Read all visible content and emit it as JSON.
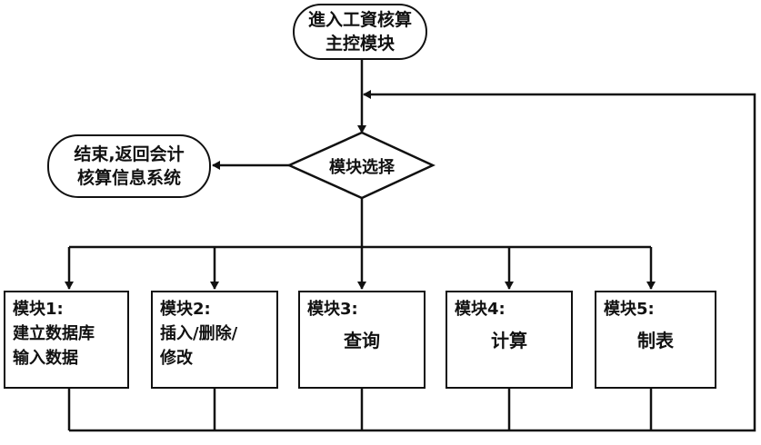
{
  "start": {
    "line1": "進入工資核算",
    "line2": "主控模块"
  },
  "end": {
    "line1": "结束,返回会计",
    "line2": "核算信息系统"
  },
  "decision": {
    "label": "模块选择"
  },
  "modules": [
    {
      "title": "模块1:",
      "lines": [
        "建立数据库",
        "输入数据"
      ]
    },
    {
      "title": "模块2:",
      "lines": [
        "插入/删除/",
        "修改"
      ]
    },
    {
      "title": "模块3:",
      "lines": [
        "查询"
      ]
    },
    {
      "title": "模块4:",
      "lines": [
        "计算"
      ]
    },
    {
      "title": "模块5:",
      "lines": [
        "制表"
      ]
    }
  ]
}
